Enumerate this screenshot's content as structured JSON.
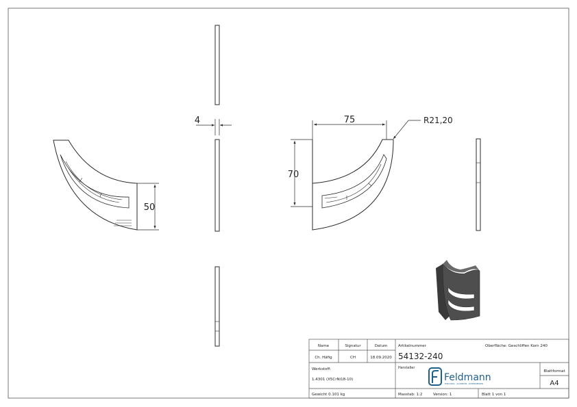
{
  "dimensions": {
    "thickness": "4",
    "height_left": "50",
    "width_top": "75",
    "height_front": "70",
    "radius": "R21,20"
  },
  "title_block": {
    "name_label": "Name",
    "signatur_label": "Signatur",
    "datum_label": "Datum",
    "name_value": "Ch. Häfig",
    "signatur_value": "CH",
    "datum_value": "18.09.2020",
    "artikelnummer_label": "Artikelnummer",
    "artikelnummer_value": "54132-240",
    "oberflaeche": "Oberfläche: Geschliffen Korn 240",
    "werkstoff_label": "Werkstoff:",
    "werkstoff_value": "1.4301 (X5CrNi18-10)",
    "hersteller_label": "Hersteller",
    "logo_text": "Feldmann",
    "logo_subtext": "EDELSTAHL · ALUMINIUM · SCHMIEDEEISEN",
    "blattformat_label": "Blattformat",
    "blattformat_value": "A4",
    "gewicht": "Gewicht 0.101 kg",
    "massstab": "Masstab: 1:2",
    "version": "Version: 1",
    "blatt": "Blatt 1 von 1"
  },
  "colors": {
    "line": "#2a2a2a",
    "part_3d": "#4a4a4a",
    "logo_blue": "#1f5f8b"
  }
}
